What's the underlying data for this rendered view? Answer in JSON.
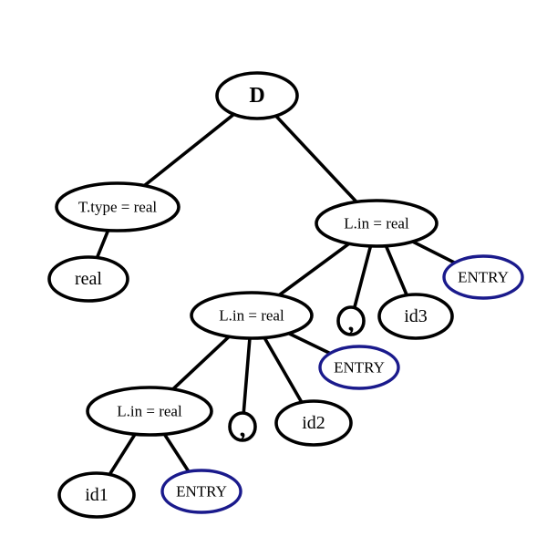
{
  "diagram": {
    "type": "parse-tree",
    "colors": {
      "edge": "#000000",
      "node_fill": "#ffffff",
      "node_stroke": "#000000",
      "entry_stroke": "#1a1a8c",
      "text": "#000000"
    },
    "nodes": [
      {
        "id": "d",
        "label": "D",
        "kind": "internal"
      },
      {
        "id": "ttype",
        "label": "T.type = real",
        "kind": "internal"
      },
      {
        "id": "real",
        "label": "real",
        "kind": "leaf"
      },
      {
        "id": "lin1",
        "label": "L.in = real",
        "kind": "internal"
      },
      {
        "id": "lin2",
        "label": "L.in = real",
        "kind": "internal"
      },
      {
        "id": "comma1",
        "label": ",",
        "kind": "leaf"
      },
      {
        "id": "id3",
        "label": "id3",
        "kind": "leaf"
      },
      {
        "id": "entry1",
        "label": "ENTRY",
        "kind": "entry"
      },
      {
        "id": "lin3",
        "label": "L.in = real",
        "kind": "internal"
      },
      {
        "id": "comma2",
        "label": ",",
        "kind": "leaf"
      },
      {
        "id": "id2",
        "label": "id2",
        "kind": "leaf"
      },
      {
        "id": "entry2",
        "label": "ENTRY",
        "kind": "entry"
      },
      {
        "id": "id1",
        "label": "id1",
        "kind": "leaf"
      },
      {
        "id": "entry3",
        "label": "ENTRY",
        "kind": "entry"
      }
    ],
    "edges": [
      [
        "d",
        "ttype"
      ],
      [
        "d",
        "lin1"
      ],
      [
        "ttype",
        "real"
      ],
      [
        "lin1",
        "lin2"
      ],
      [
        "lin1",
        "comma1"
      ],
      [
        "lin1",
        "id3"
      ],
      [
        "lin1",
        "entry1"
      ],
      [
        "lin2",
        "lin3"
      ],
      [
        "lin2",
        "comma2"
      ],
      [
        "lin2",
        "id2"
      ],
      [
        "lin2",
        "entry2"
      ],
      [
        "lin3",
        "id1"
      ],
      [
        "lin3",
        "entry3"
      ]
    ]
  }
}
